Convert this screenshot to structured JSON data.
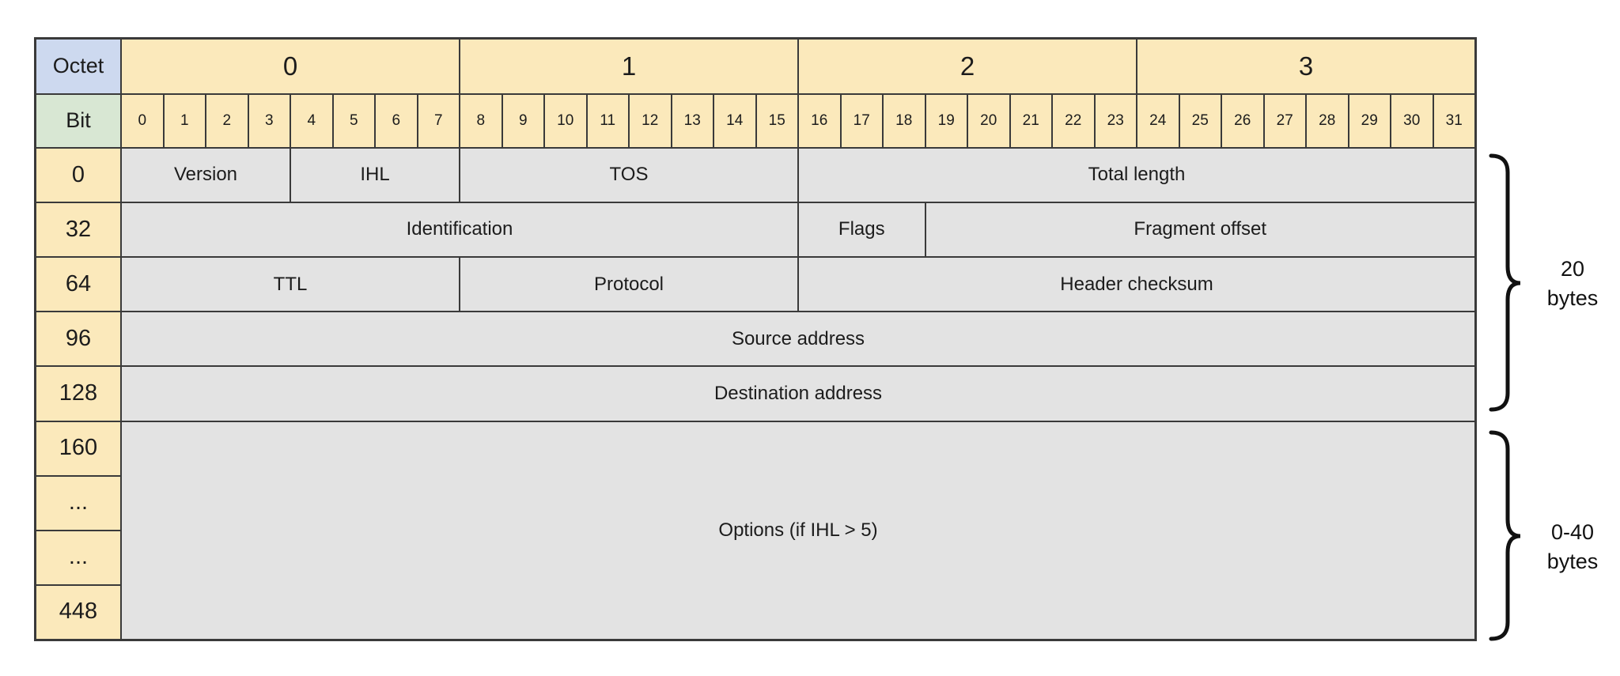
{
  "table": {
    "octet_header": {
      "label": "Octet",
      "groups": [
        "0",
        "1",
        "2",
        "3"
      ]
    },
    "bit_header": {
      "label": "Bit",
      "bits": [
        "0",
        "1",
        "2",
        "3",
        "4",
        "5",
        "6",
        "7",
        "8",
        "9",
        "10",
        "11",
        "12",
        "13",
        "14",
        "15",
        "16",
        "17",
        "18",
        "19",
        "20",
        "21",
        "22",
        "23",
        "24",
        "25",
        "26",
        "27",
        "28",
        "29",
        "30",
        "31"
      ]
    },
    "rows": [
      {
        "offset": "0",
        "fields": [
          {
            "name": "Version",
            "span": 4
          },
          {
            "name": "IHL",
            "span": 4
          },
          {
            "name": "TOS",
            "span": 8
          },
          {
            "name": "Total length",
            "span": 16
          }
        ]
      },
      {
        "offset": "32",
        "fields": [
          {
            "name": "Identification",
            "span": 16
          },
          {
            "name": "Flags",
            "span": 3
          },
          {
            "name": "Fragment offset",
            "span": 13
          }
        ]
      },
      {
        "offset": "64",
        "fields": [
          {
            "name": "TTL",
            "span": 8
          },
          {
            "name": "Protocol",
            "span": 8
          },
          {
            "name": "Header checksum",
            "span": 16
          }
        ]
      },
      {
        "offset": "96",
        "fields": [
          {
            "name": "Source address",
            "span": 32
          }
        ]
      },
      {
        "offset": "128",
        "fields": [
          {
            "name": "Destination address",
            "span": 32
          }
        ]
      }
    ],
    "options_section": {
      "offsets": [
        "160",
        "...",
        "...",
        "448"
      ],
      "field": {
        "name": "Options (if IHL > 5)"
      }
    }
  },
  "annotations": {
    "fixed_header": {
      "line1": "20",
      "line2": "bytes"
    },
    "options": {
      "line1": "0-40",
      "line2": "bytes"
    }
  },
  "colors": {
    "cream": "#fbe9bb",
    "blue": "#cdd9ef",
    "green": "#d8e7d3",
    "gray": "#e3e3e3",
    "grid_line": "#3a3a3a"
  }
}
